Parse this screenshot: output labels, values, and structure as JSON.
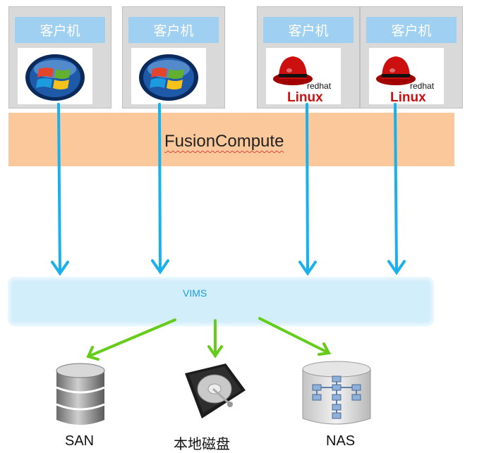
{
  "vms": [
    {
      "title": "客户机",
      "logo": "windows-logo-icon"
    },
    {
      "title": "客户机",
      "logo": "windows-logo-icon"
    },
    {
      "title": "客户机",
      "logo": "redhat-linux-logo-icon"
    },
    {
      "title": "客户机",
      "logo": "redhat-linux-logo-icon"
    }
  ],
  "redhat_logo": {
    "brand": "redhat",
    "os": "Linux"
  },
  "fusion": {
    "label": "FusionCompute"
  },
  "vims": {
    "label": "VIMS"
  },
  "storage": [
    {
      "label": "SAN",
      "icon": "database-icon"
    },
    {
      "label": "本地磁盘",
      "icon": "hard-disk-icon"
    },
    {
      "label": "NAS",
      "icon": "nas-network-icon"
    }
  ],
  "colors": {
    "vm_frame": "#d9d9d9",
    "vm_title": "#9fd0f2",
    "fusion_band": "#fbc89b",
    "vims_bar": "#d3eefb",
    "arrow_blue": "#1ab0ec",
    "arrow_green": "#66cc1a",
    "redhat_red": "#cc1010"
  }
}
